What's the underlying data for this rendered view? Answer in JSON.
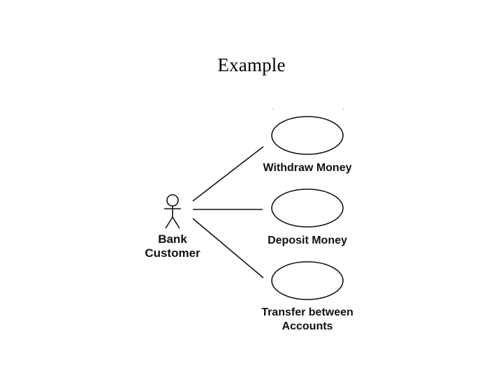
{
  "slide": {
    "title": "Example"
  },
  "actor": {
    "label_lines": [
      "Bank",
      "Customer"
    ]
  },
  "use_cases": [
    {
      "label_lines": [
        "Withdraw Money"
      ]
    },
    {
      "label_lines": [
        "Deposit Money"
      ]
    },
    {
      "label_lines": [
        "Transfer between",
        "Accounts"
      ]
    }
  ],
  "colors": {
    "stroke": "#111111",
    "background": "#ffffff"
  }
}
